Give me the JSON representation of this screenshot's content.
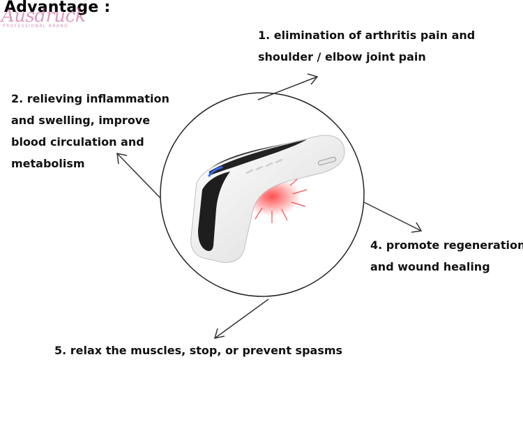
{
  "heading": "Advantage :",
  "logo": {
    "name": "Ausdruck",
    "tagline": "PROFESSIONAL BRAND"
  },
  "benefits": [
    {
      "lines": [
        "1. elimination of arthritis pain and",
        "shoulder / elbow joint pain"
      ]
    },
    {
      "lines": [
        "2. relieving inflammation",
        "and swelling, improve",
        "blood circulation and",
        "metabolism"
      ]
    },
    {
      "lines": [
        "4. promote regeneration",
        "and wound healing"
      ]
    },
    {
      "lines": [
        "5. relax the muscles, stop, or prevent spasms"
      ]
    }
  ],
  "colors": {
    "arrow": "#333333",
    "device_body": "#f4f4f4",
    "device_dark": "#1a1a1a",
    "indicator": "#2f6bff",
    "laser": "#ff2a2a"
  }
}
